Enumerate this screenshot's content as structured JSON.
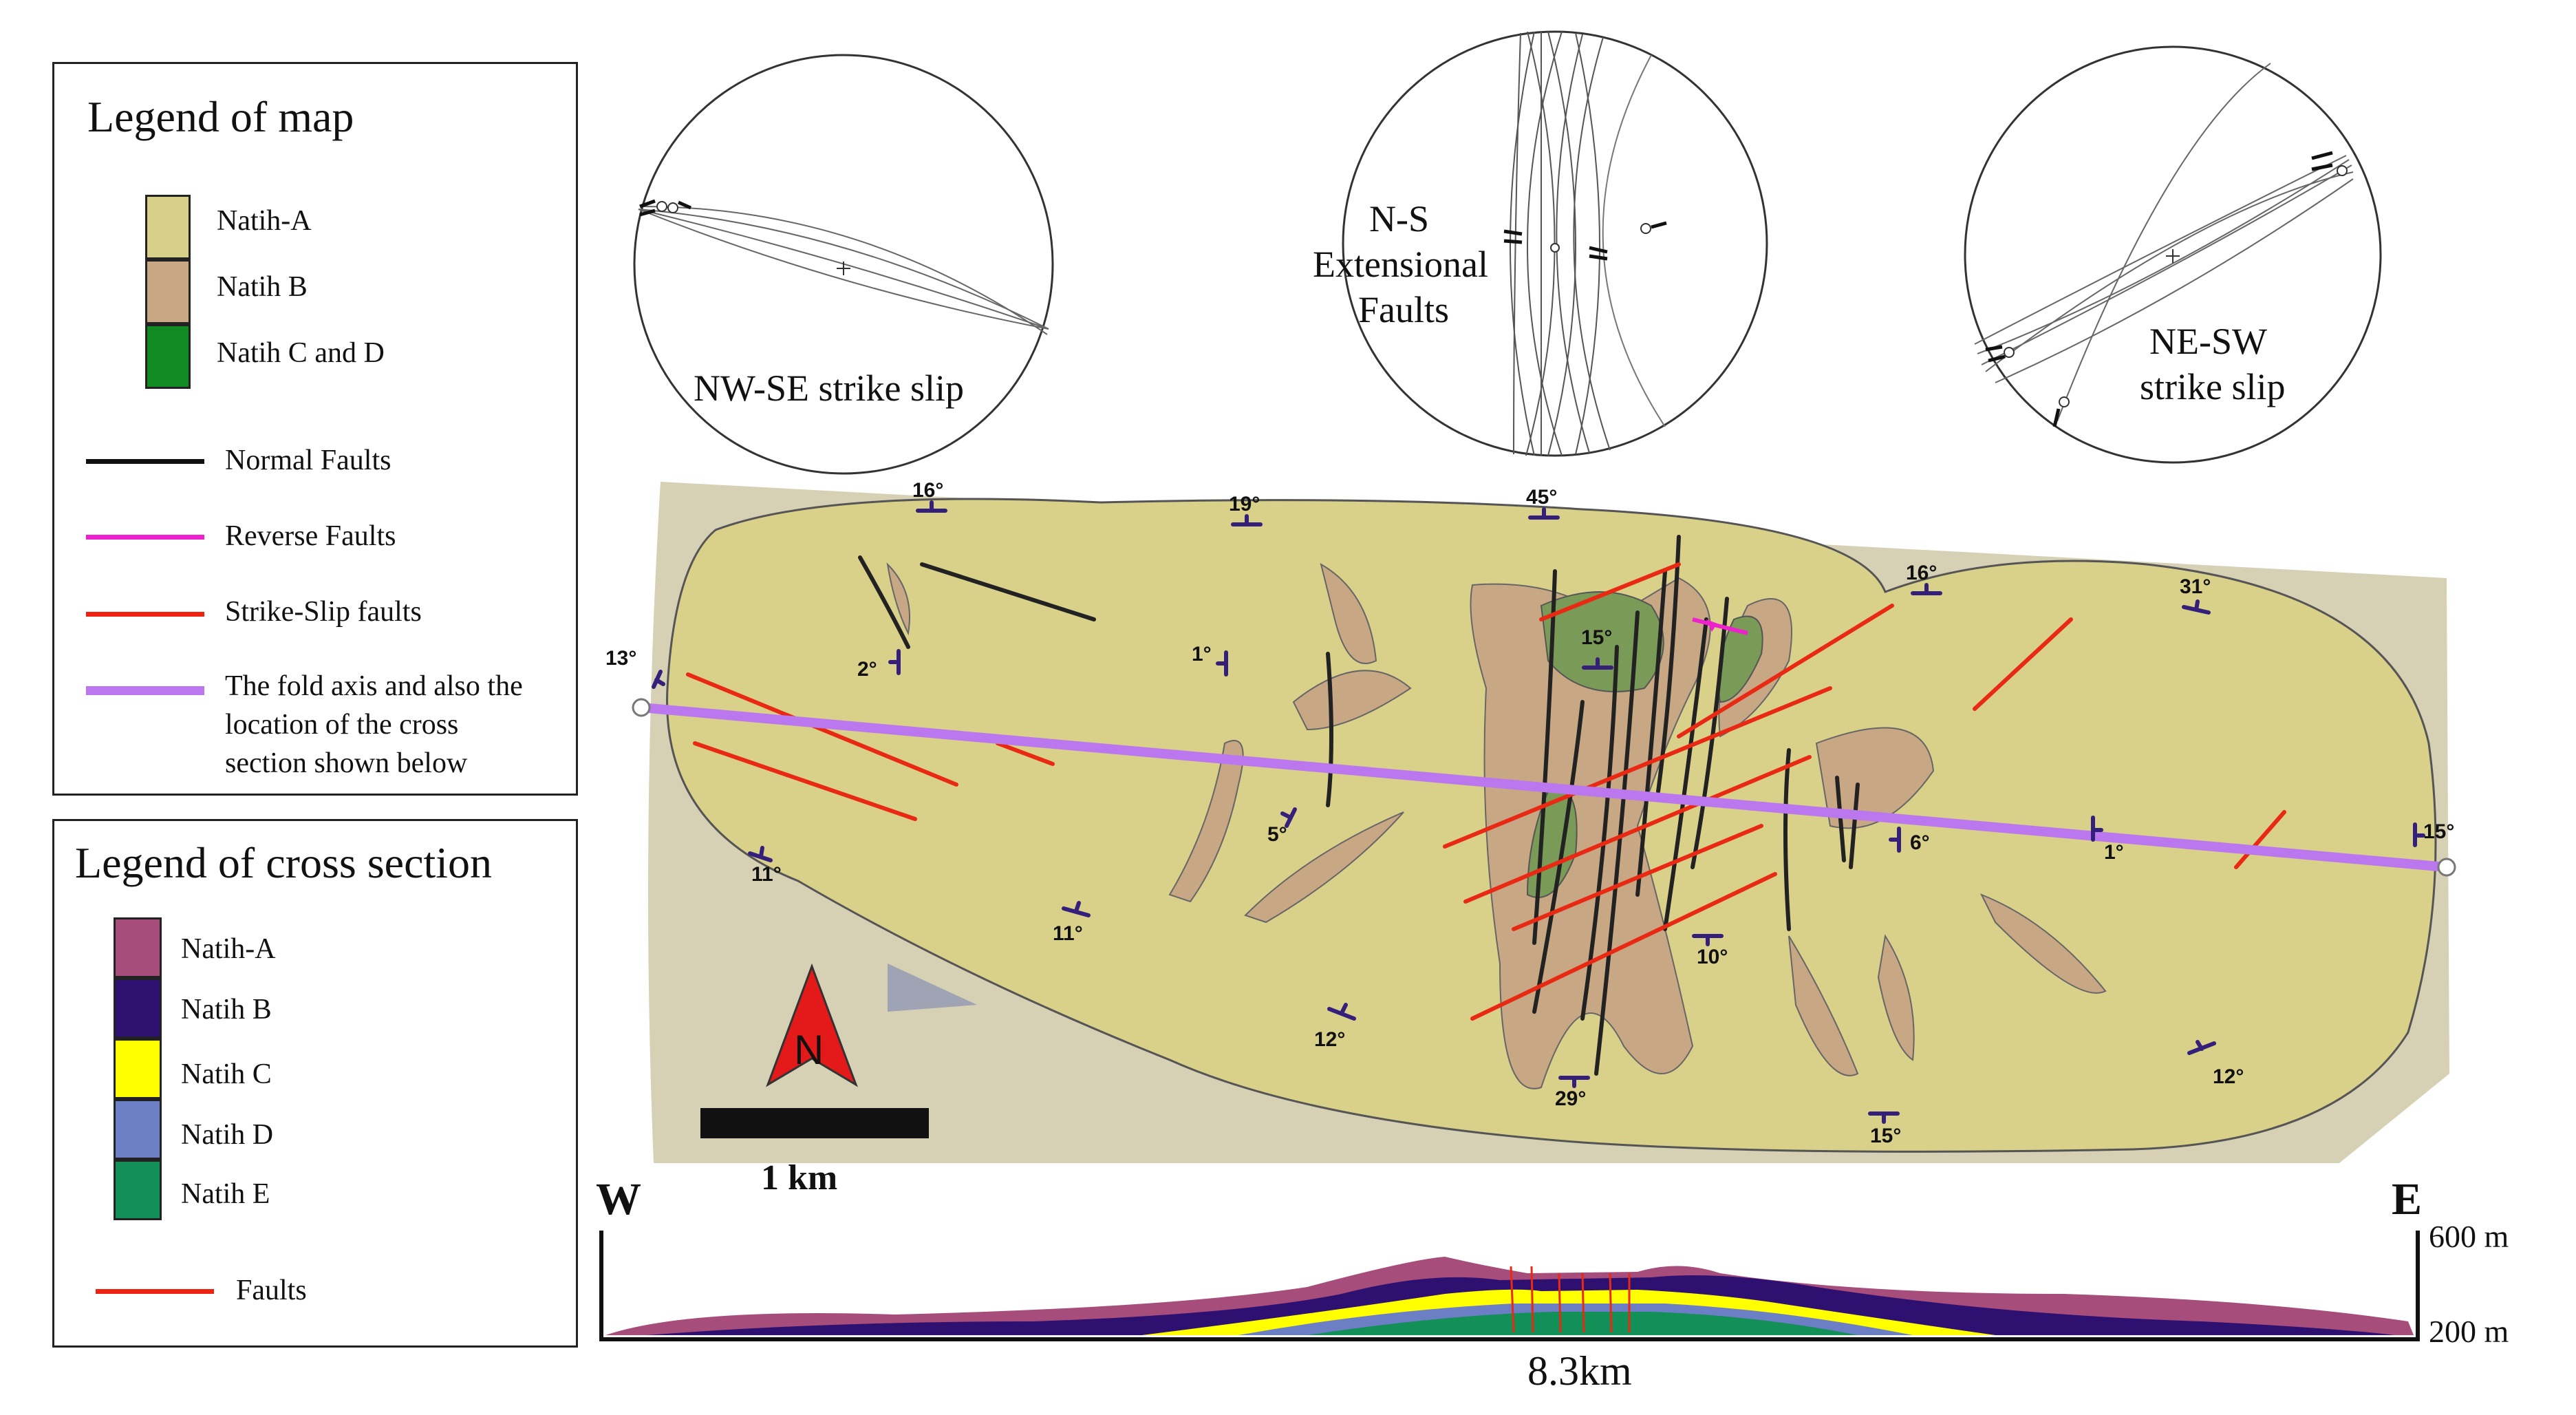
{
  "map_legend": {
    "title": "Legend of map",
    "units": [
      {
        "label": "Natih-A",
        "color": "#d6d08a"
      },
      {
        "label": "Natih B",
        "color": "#c8a884"
      },
      {
        "label": "Natih C and D",
        "color": "#128a24"
      }
    ],
    "lines": [
      {
        "label": "Normal Faults",
        "color": "#111111"
      },
      {
        "label": "Reverse Faults",
        "color": "#ee22cc"
      },
      {
        "label": "Strike-Slip faults",
        "color": "#ee2211"
      }
    ],
    "fold_axis": {
      "lines": [
        "The fold axis and also the",
        "location of the cross",
        "section shown below"
      ],
      "color": "#bb77ee"
    }
  },
  "section_legend": {
    "title": "Legend of cross section",
    "units": [
      {
        "label": "Natih-A",
        "color": "#a64d7c"
      },
      {
        "label": "Natih B",
        "color": "#2e1070"
      },
      {
        "label": "Natih C",
        "color": "#ffff00"
      },
      {
        "label": "Natih D",
        "color": "#6d7fc4"
      },
      {
        "label": "Natih E",
        "color": "#129058"
      }
    ],
    "faults": {
      "label": "Faults",
      "color": "#ee2211"
    }
  },
  "stereonets": [
    {
      "label_lines": [
        "NW-SE strike slip"
      ]
    },
    {
      "label_lines": [
        "N-S",
        "Extensional",
        "Faults"
      ]
    },
    {
      "label_lines": [
        "NE-SW",
        "strike slip"
      ]
    }
  ],
  "map": {
    "north_label": "N",
    "scale_label": "1 km",
    "dips": [
      "16°",
      "19°",
      "45°",
      "16°",
      "31°",
      "13°",
      "2°",
      "1°",
      "15°",
      "5°",
      "11°",
      "11°",
      "12°",
      "29°",
      "10°",
      "15°",
      "6°",
      "1°",
      "12°",
      "15°"
    ]
  },
  "cross_section": {
    "west_label": "W",
    "east_label": "E",
    "top_elevation": "600 m",
    "base_elevation": "200 m",
    "length_label": "8.3km"
  }
}
